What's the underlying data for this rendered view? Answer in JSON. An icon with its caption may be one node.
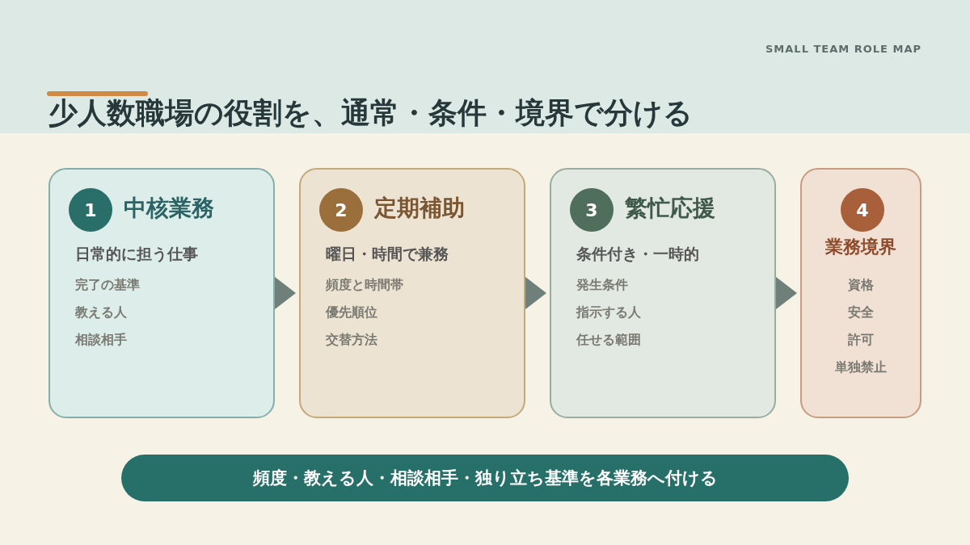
{
  "diagram": {
    "title": "少人数職場の役割を、通常・条件・境界で分ける",
    "nodes": [
      {
        "text": [
          "中核業務",
          "日常的に担う仕事",
          "完了の基準",
          "教える人",
          "相談相手"
        ]
      },
      {
        "text": [
          "1"
        ],
        "in": 0
      },
      {
        "text": [
          "定期補助",
          "曜日・時間で兼務",
          "頻度と時間帯",
          "優先順位",
          "交替方法"
        ]
      },
      {
        "text": [
          "2"
        ],
        "in": 2
      },
      {
        "text": [
          "繁忙応援",
          "条件付き・一時的",
          "発生条件",
          "指示する人",
          "任せる範囲"
        ]
      },
      {
        "text": [
          "3"
        ],
        "in": 4
      },
      {
        "text": [
          "業務境界",
          "資格",
          "安全",
          "許可",
          "単独禁止"
        ]
      },
      {
        "text": [
          "4"
        ],
        "in": 6
      },
      {
        "text": [
          "頻度・教える人・相談相手・独り立ち基準を各業務へ付ける"
        ]
      }
    ],
    "edges": [
      {
        "from": 0,
        "to": 2,
        "arrow": "to"
      },
      {
        "from": 2,
        "to": 4,
        "arrow": "to"
      },
      {
        "from": 4,
        "to": 6,
        "arrow": "to"
      }
    ],
    "labels": [
      "SMALL TEAM ROLE MAP"
    ]
  }
}
